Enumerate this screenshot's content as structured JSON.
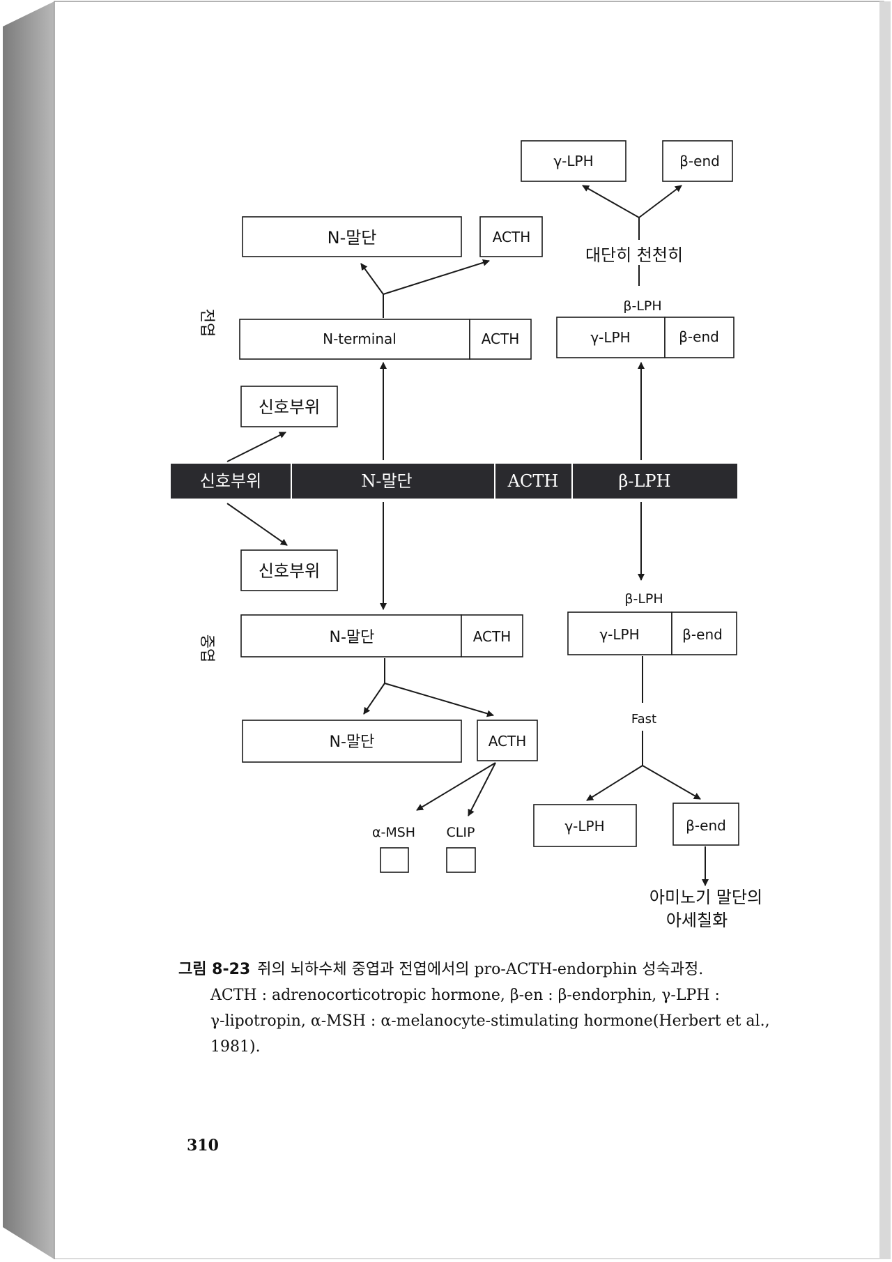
{
  "diagram": {
    "side_labels": {
      "top": "전엽",
      "bottom": "중엽"
    },
    "precursor_bar": [
      "신호부위",
      "N-말단",
      "ACTH",
      "β-LPH"
    ],
    "top_left": {
      "signal_box": "신호부위",
      "n_terminal": "N-terminal",
      "acth": "ACTH",
      "cleaved_n": "N-말단",
      "cleaved_acth": "ACTH"
    },
    "top_right": {
      "beta_lph_label": "β-LPH",
      "gamma_lph": "γ-LPH",
      "beta_end": "β-end",
      "speed_note": "대단히 천천히",
      "product_gamma": "γ-LPH",
      "product_beta": "β-end"
    },
    "bottom_left": {
      "signal_box": "신호부위",
      "n_terminal": "N-말단",
      "acth": "ACTH",
      "cleaved_n": "N-말단",
      "cleaved_acth": "ACTH",
      "alpha_msh": "α-MSH",
      "clip": "CLIP"
    },
    "bottom_right": {
      "beta_lph_label": "β-LPH",
      "gamma_lph": "γ-LPH",
      "beta_end": "β-end",
      "speed_note": "Fast",
      "product_gamma": "γ-LPH",
      "product_beta": "β-end",
      "final_note_line1": "아미노기 말단의",
      "final_note_line2": "아세칠화"
    }
  },
  "caption": {
    "lead": "그림 8-23",
    "line1": "쥐의 뇌하수체 중엽과 전엽에서의 pro-ACTH-endorphin 성숙과정.",
    "line2": "ACTH : adrenocorticotropic hormone, β-en : β-endorphin, γ-LPH :",
    "line3": "γ-lipotropin, α-MSH : α-melanocyte-stimulating hormone(Herbert et al.,",
    "line4": "1981)."
  },
  "page_number": "310"
}
